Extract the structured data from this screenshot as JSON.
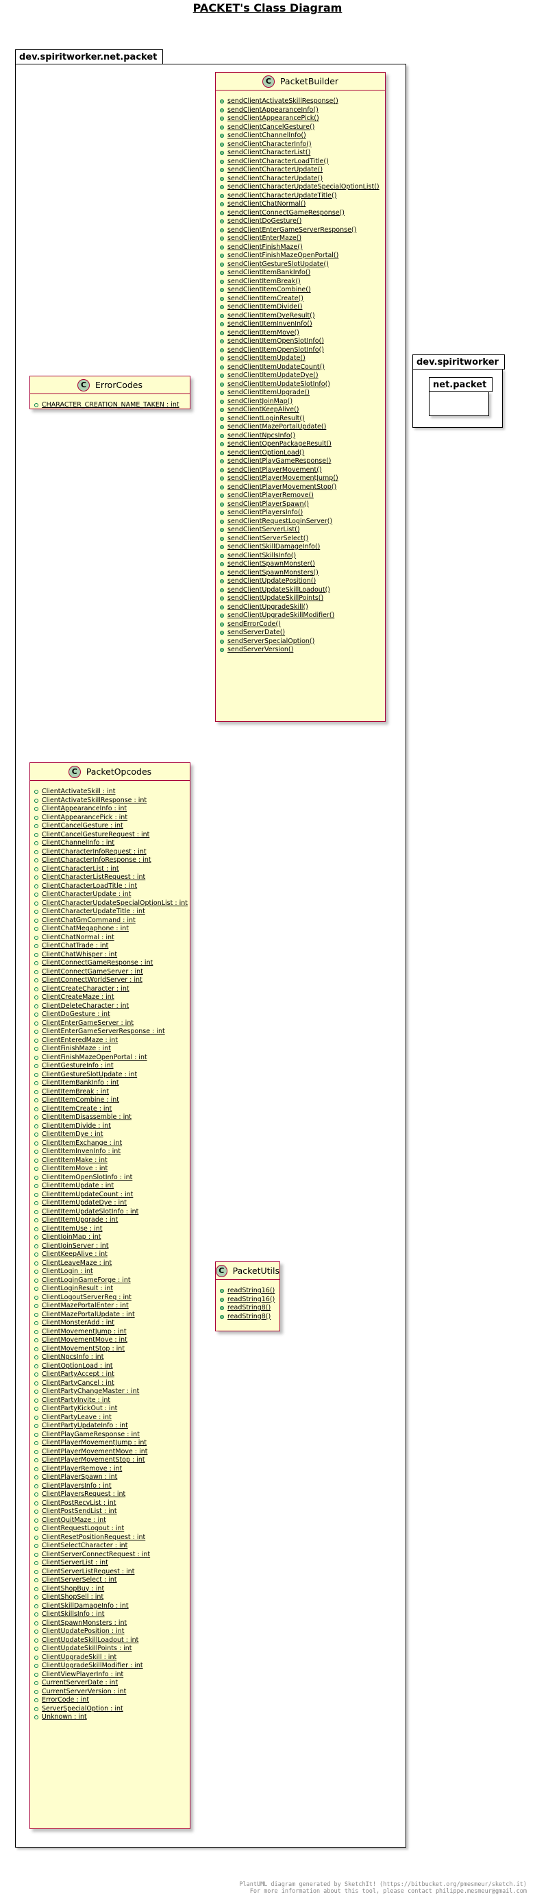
{
  "diagram": {
    "title": "PACKET's Class Diagram",
    "main_package": "dev.spiritworker.net.packet",
    "side_package": "dev.spiritworker",
    "sub_package": "net.packet"
  },
  "classes": {
    "error_codes": {
      "stereotype_icon": "C",
      "name": "ErrorCodes",
      "members": [
        "CHARACTER_CREATION_NAME_TAKEN : int"
      ]
    },
    "packet_builder": {
      "stereotype_icon": "C",
      "name": "PacketBuilder",
      "members": [
        "sendClientActivateSkillResponse()",
        "sendClientAppearanceInfo()",
        "sendClientAppearancePick()",
        "sendClientCancelGesture()",
        "sendClientChannelInfo()",
        "sendClientCharacterInfo()",
        "sendClientCharacterList()",
        "sendClientCharacterLoadTitle()",
        "sendClientCharacterUpdate()",
        "sendClientCharacterUpdate()",
        "sendClientCharacterUpdateSpecialOptionList()",
        "sendClientCharacterUpdateTitle()",
        "sendClientChatNormal()",
        "sendClientConnectGameResponse()",
        "sendClientDoGesture()",
        "sendClientEnterGameServerResponse()",
        "sendClientEnterMaze()",
        "sendClientFinishMaze()",
        "sendClientFinishMazeOpenPortal()",
        "sendClientGestureSlotUpdate()",
        "sendClientItemBankInfo()",
        "sendClientItemBreak()",
        "sendClientItemCombine()",
        "sendClientItemCreate()",
        "sendClientItemDivide()",
        "sendClientItemDyeResult()",
        "sendClientItemInvenInfo()",
        "sendClientItemMove()",
        "sendClientItemOpenSlotInfo()",
        "sendClientItemOpenSlotInfo()",
        "sendClientItemUpdate()",
        "sendClientItemUpdateCount()",
        "sendClientItemUpdateDye()",
        "sendClientItemUpdateSlotInfo()",
        "sendClientItemUpgrade()",
        "sendClientJoinMap()",
        "sendClientKeepAlive()",
        "sendClientLoginResult()",
        "sendClientMazePortalUpdate()",
        "sendClientNpcsInfo()",
        "sendClientOpenPackageResult()",
        "sendClientOptionLoad()",
        "sendClientPlayGameResponse()",
        "sendClientPlayerMovement()",
        "sendClientPlayerMovementJump()",
        "sendClientPlayerMovementStop()",
        "sendClientPlayerRemove()",
        "sendClientPlayerSpawn()",
        "sendClientPlayersInfo()",
        "sendClientRequestLoginServer()",
        "sendClientServerList()",
        "sendClientServerSelect()",
        "sendClientSkillDamageInfo()",
        "sendClientSkillsInfo()",
        "sendClientSpawnMonster()",
        "sendClientSpawnMonsters()",
        "sendClientUpdatePosition()",
        "sendClientUpdateSkillLoadout()",
        "sendClientUpdateSkillPoints()",
        "sendClientUpgradeSkill()",
        "sendClientUpgradeSkillModifier()",
        "sendErrorCode()",
        "sendServerDate()",
        "sendServerSpecialOption()",
        "sendServerVersion()"
      ]
    },
    "packet_opcodes": {
      "stereotype_icon": "C",
      "name": "PacketOpcodes",
      "members": [
        "ClientActivateSkill : int",
        "ClientActivateSkillResponse : int",
        "ClientAppearanceInfo : int",
        "ClientAppearancePick : int",
        "ClientCancelGesture : int",
        "ClientCancelGestureRequest : int",
        "ClientChannelInfo : int",
        "ClientCharacterInfoRequest : int",
        "ClientCharacterInfoResponse : int",
        "ClientCharacterList : int",
        "ClientCharacterListRequest : int",
        "ClientCharacterLoadTitle : int",
        "ClientCharacterUpdate : int",
        "ClientCharacterUpdateSpecialOptionList : int",
        "ClientCharacterUpdateTitle : int",
        "ClientChatGmCommand : int",
        "ClientChatMegaphone : int",
        "ClientChatNormal : int",
        "ClientChatTrade : int",
        "ClientChatWhisper : int",
        "ClientConnectGameResponse : int",
        "ClientConnectGameServer : int",
        "ClientConnectWorldServer : int",
        "ClientCreateCharacter : int",
        "ClientCreateMaze : int",
        "ClientDeleteCharacter : int",
        "ClientDoGesture : int",
        "ClientEnterGameServer : int",
        "ClientEnterGameServerResponse : int",
        "ClientEnteredMaze : int",
        "ClientFinishMaze : int",
        "ClientFinishMazeOpenPortal : int",
        "ClientGestureInfo : int",
        "ClientGestureSlotUpdate : int",
        "ClientItemBankInfo : int",
        "ClientItemBreak : int",
        "ClientItemCombine : int",
        "ClientItemCreate : int",
        "ClientItemDisassemble : int",
        "ClientItemDivide : int",
        "ClientItemDye : int",
        "ClientItemExchange : int",
        "ClientItemInvenInfo : int",
        "ClientItemMake : int",
        "ClientItemMove : int",
        "ClientItemOpenSlotInfo : int",
        "ClientItemUpdate : int",
        "ClientItemUpdateCount : int",
        "ClientItemUpdateDye : int",
        "ClientItemUpdateSlotInfo : int",
        "ClientItemUpgrade : int",
        "ClientItemUse : int",
        "ClientJoinMap : int",
        "ClientJoinServer : int",
        "ClientKeepAlive : int",
        "ClientLeaveMaze : int",
        "ClientLogin : int",
        "ClientLoginGameForge : int",
        "ClientLoginResult : int",
        "ClientLogoutServerReq : int",
        "ClientMazePortalEnter : int",
        "ClientMazePortalUpdate : int",
        "ClientMonsterAdd : int",
        "ClientMovementJump : int",
        "ClientMovementMove : int",
        "ClientMovementStop : int",
        "ClientNpcsInfo : int",
        "ClientOptionLoad : int",
        "ClientPartyAccept : int",
        "ClientPartyCancel : int",
        "ClientPartyChangeMaster : int",
        "ClientPartyInvite : int",
        "ClientPartyKickOut : int",
        "ClientPartyLeave : int",
        "ClientPartyUpdateInfo : int",
        "ClientPlayGameResponse : int",
        "ClientPlayerMovementJump : int",
        "ClientPlayerMovementMove : int",
        "ClientPlayerMovementStop : int",
        "ClientPlayerRemove : int",
        "ClientPlayerSpawn : int",
        "ClientPlayersInfo : int",
        "ClientPlayersRequest : int",
        "ClientPostRecvList : int",
        "ClientPostSendList : int",
        "ClientQuitMaze : int",
        "ClientRequestLogout : int",
        "ClientResetPositionRequest : int",
        "ClientSelectCharacter : int",
        "ClientServerConnectRequest : int",
        "ClientServerList : int",
        "ClientServerListRequest : int",
        "ClientServerSelect : int",
        "ClientShopBuy : int",
        "ClientShopSell : int",
        "ClientSkillDamageInfo : int",
        "ClientSkillsInfo : int",
        "ClientSpawnMonsters : int",
        "ClientUpdatePosition : int",
        "ClientUpdateSkillLoadout : int",
        "ClientUpdateSkillPoints : int",
        "ClientUpgradeSkill : int",
        "ClientUpgradeSkillModifier : int",
        "ClientViewPlayerInfo : int",
        "CurrentServerDate : int",
        "CurrentServerVersion : int",
        "ErrorCode : int",
        "ServerSpecialOption : int",
        "Unknown : int"
      ]
    },
    "packet_utils": {
      "stereotype_icon": "C",
      "name": "PacketUtils",
      "members": [
        "readString16()",
        "readString16()",
        "readString8()",
        "readString8()"
      ]
    }
  },
  "footer": {
    "line1": "PlantUML diagram generated by SketchIt! (https://bitbucket.org/pmesmeur/sketch.it)",
    "line2": "For more information about this tool, please contact philippe.mesmeur@gmail.com"
  }
}
